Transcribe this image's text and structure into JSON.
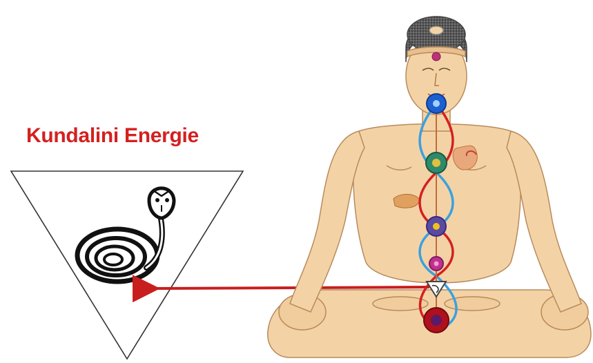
{
  "diagram": {
    "title": "Kundalini Energie",
    "colors": {
      "title": "#d42020",
      "arrow": "#c81e1e",
      "skin": "#f3d3a6",
      "skin_outline": "#b88a5a",
      "ida_nadi": "#3aa0e0",
      "pingala_nadi": "#d42020",
      "triangle": "#333333",
      "serpent": "#111111"
    },
    "elements": {
      "triangle": "inverted-triangle",
      "serpent": "coiled-serpent-icon",
      "figure": "meditating-figure",
      "chakras": [
        "crown",
        "third-eye",
        "throat",
        "heart",
        "solar-plexus",
        "sacral",
        "root"
      ]
    }
  }
}
